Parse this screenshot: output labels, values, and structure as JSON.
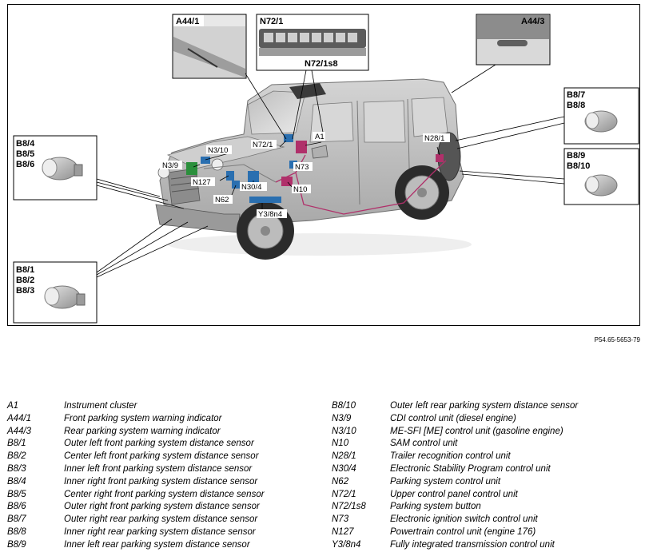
{
  "diagram": {
    "reference_code": "P54.65-5653-79",
    "insets": {
      "a44_1": "A44/1",
      "n72_1_top": "N72/1",
      "n72_1s8": "N72/1s8",
      "a44_3": "A44/3",
      "b8_4_group": [
        "B8/4",
        "B8/5",
        "B8/6"
      ],
      "b8_1_group": [
        "B8/1",
        "B8/2",
        "B8/3"
      ],
      "b8_7_group": [
        "B8/7",
        "B8/8"
      ],
      "b8_9_group": [
        "B8/9",
        "B8/10"
      ]
    },
    "callouts": {
      "n3_10": "N3/10",
      "n72_1": "N72/1",
      "a1": "A1",
      "n28_1": "N28/1",
      "n3_9": "N3/9",
      "n73": "N73",
      "n127": "N127",
      "n62": "N62",
      "n30_4": "N30/4",
      "n10": "N10",
      "y3_8n4": "Y3/8n4"
    }
  },
  "legend": {
    "left": [
      {
        "code": "A1",
        "desc": "Instrument cluster"
      },
      {
        "code": "A44/1",
        "desc": "Front parking system warning indicator"
      },
      {
        "code": "A44/3",
        "desc": "Rear parking system warning indicator"
      },
      {
        "code": "B8/1",
        "desc": "Outer left front parking system distance sensor"
      },
      {
        "code": "B8/2",
        "desc": "Center left front parking system distance sensor"
      },
      {
        "code": "B8/3",
        "desc": "Inner left front parking system distance sensor"
      },
      {
        "code": "B8/4",
        "desc": "Inner right front parking system distance sensor"
      },
      {
        "code": "B8/5",
        "desc": "Center right front parking system distance sensor"
      },
      {
        "code": "B8/6",
        "desc": "Outer right front parking system distance sensor"
      },
      {
        "code": "B8/7",
        "desc": "Outer right rear parking system distance sensor"
      },
      {
        "code": "B8/8",
        "desc": "Inner right rear parking system distance sensor"
      },
      {
        "code": "B8/9",
        "desc": "Inner left rear parking system distance sensor"
      }
    ],
    "right": [
      {
        "code": "B8/10",
        "desc": "Outer left rear parking system distance sensor"
      },
      {
        "code": "N3/9",
        "desc": "CDI control unit (diesel engine)"
      },
      {
        "code": "N3/10",
        "desc": "ME-SFI [ME] control unit (gasoline engine)"
      },
      {
        "code": "N10",
        "desc": "SAM control unit"
      },
      {
        "code": "N28/1",
        "desc": "Trailer recognition control unit"
      },
      {
        "code": "N30/4",
        "desc": "Electronic Stability Program control unit"
      },
      {
        "code": "N62",
        "desc": "Parking system control unit"
      },
      {
        "code": "N72/1",
        "desc": "Upper control panel control unit"
      },
      {
        "code": "N72/1s8",
        "desc": "Parking system button"
      },
      {
        "code": "N73",
        "desc": "Electronic ignition switch control unit"
      },
      {
        "code": "N127",
        "desc": "Powertrain control unit (engine 176)"
      },
      {
        "code": "Y3/8n4",
        "desc": "Fully integrated transmission control unit"
      }
    ]
  }
}
